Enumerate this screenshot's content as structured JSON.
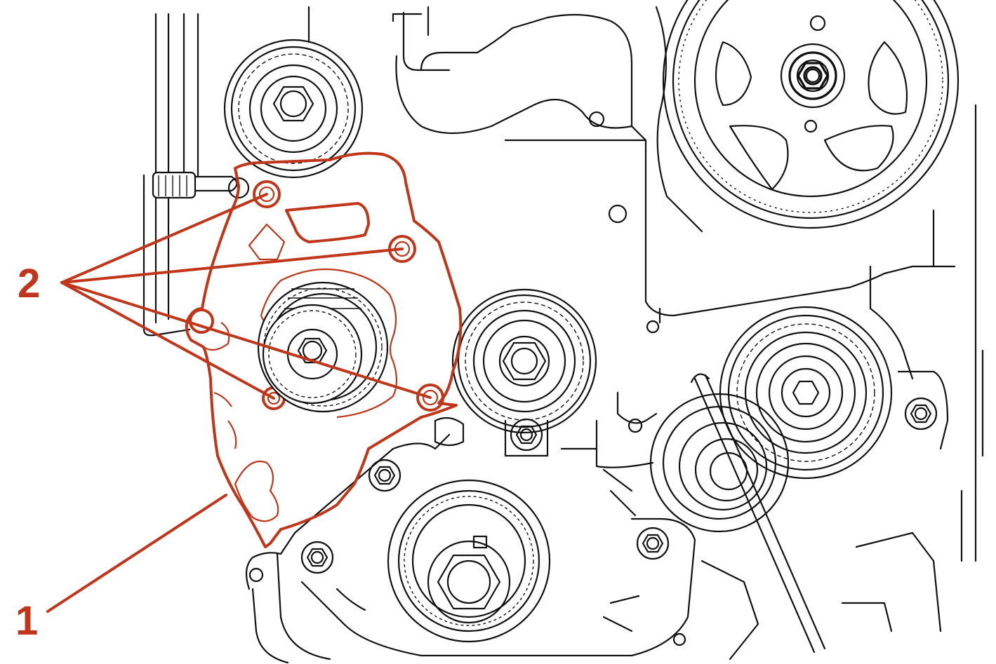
{
  "colors": {
    "accent": "#c0361a",
    "line": "#111111",
    "background": "#ffffff"
  },
  "callouts": [
    {
      "id": "callout-1",
      "label": "1"
    },
    {
      "id": "callout-2",
      "label": "2"
    }
  ]
}
